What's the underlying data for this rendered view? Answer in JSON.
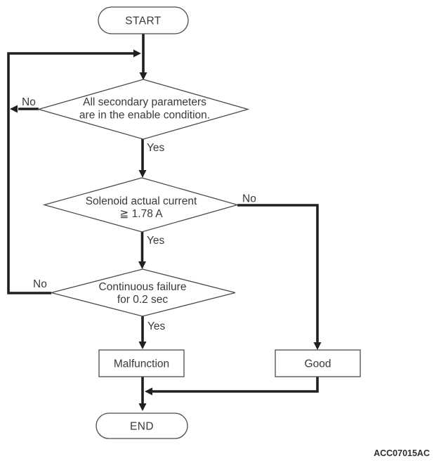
{
  "figure": {
    "code": "ACC07015AC",
    "background_color": "#ffffff",
    "flow_line_color": "#202022",
    "shape_outline_color": "#4a4a4e",
    "text_color": "#39393c"
  },
  "nodes": {
    "start": {
      "label": "START"
    },
    "decision1": {
      "line1": "All secondary parameters",
      "line2": "are in the enable condition."
    },
    "decision2": {
      "line1": "Solenoid actual current",
      "line2": "≧ 1.78 A"
    },
    "decision3": {
      "line1": "Continuous failure",
      "line2": "for 0.2 sec"
    },
    "malfunction": {
      "label": "Malfunction"
    },
    "good": {
      "label": "Good"
    },
    "end": {
      "label": "END"
    }
  },
  "labels": {
    "decision1_no": "No",
    "decision1_yes": "Yes",
    "decision2_no": "No",
    "decision2_yes": "Yes",
    "decision3_no": "No",
    "decision3_yes": "Yes"
  }
}
